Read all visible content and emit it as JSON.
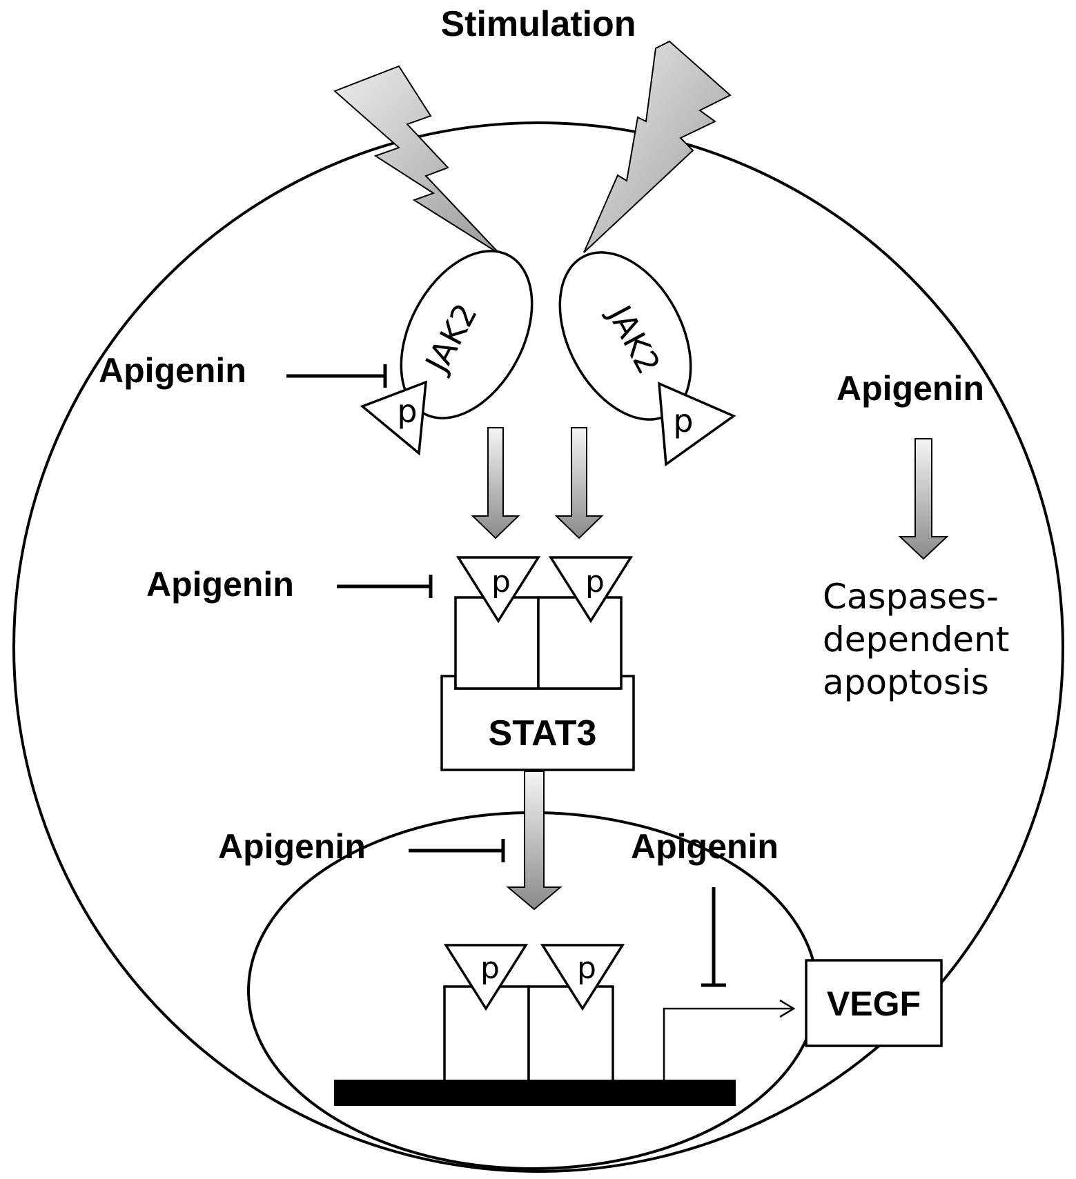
{
  "title": "Stimulation",
  "jak2": {
    "left_label": "JAK2",
    "right_label": "JAK2"
  },
  "phospho_label": "p",
  "stat3": {
    "label": "STAT3"
  },
  "inhibitor": {
    "jak2": "Apigenin",
    "stat3_phosphorylation": "Apigenin",
    "nuclear_translocation": "Apigenin",
    "vegf_transcription": "Apigenin",
    "apoptosis_inducer": "Apigenin"
  },
  "apoptosis": {
    "line1": "Caspases-",
    "line2": "dependent",
    "line3": "apoptosis"
  },
  "vegf": {
    "label": "VEGF"
  },
  "colors": {
    "stroke": "#000000",
    "arrow_light": "#f2f2f2",
    "arrow_dark": "#8c8c8c",
    "background": "#ffffff"
  }
}
